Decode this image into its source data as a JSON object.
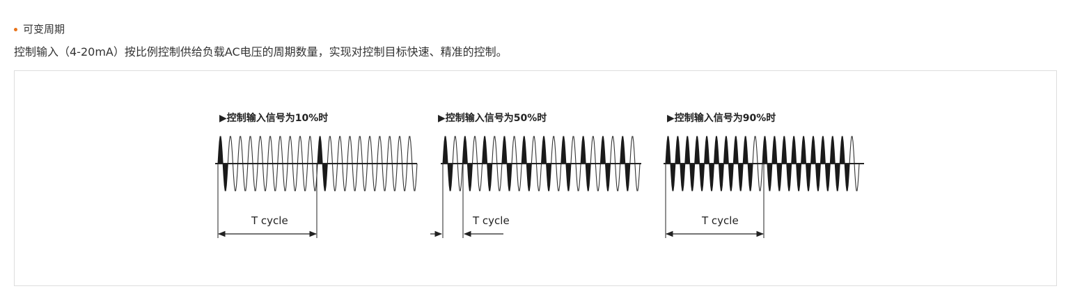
{
  "section": {
    "heading": "可变周期",
    "description": "控制输入（4-20mA）按比例控制供给负载AC电压的周期数量，实现对控制目标快速、精准的控制。",
    "accent_color": "#e8731a"
  },
  "figure": {
    "panels": [
      {
        "title": "▶控制输入信号为10%时",
        "cycle_label": "T cycle",
        "on_cycles": 1,
        "period_cycles": 10,
        "total_cycles": 20
      },
      {
        "title": "▶控制输入信号为50%时",
        "cycle_label": "T cycle",
        "on_cycles": 1,
        "period_cycles": 2,
        "total_cycles": 20
      },
      {
        "title": "▶控制输入信号为90%时",
        "cycle_label": "T cycle",
        "on_cycles": 9,
        "period_cycles": 10,
        "total_cycles": 20
      }
    ]
  }
}
